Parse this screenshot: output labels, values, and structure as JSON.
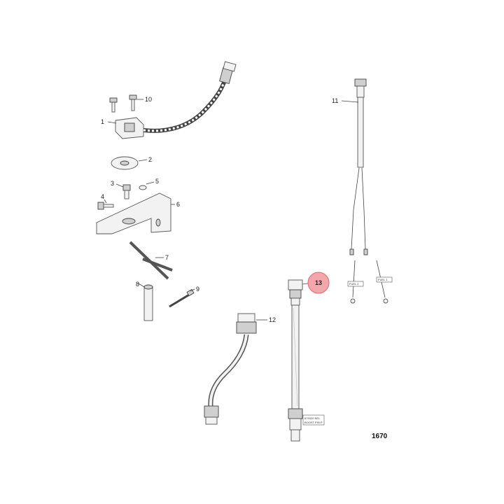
{
  "callouts": [
    {
      "id": "1",
      "label": "1"
    },
    {
      "id": "2",
      "label": "2"
    },
    {
      "id": "3",
      "label": "3"
    },
    {
      "id": "4",
      "label": "4"
    },
    {
      "id": "5",
      "label": "5"
    },
    {
      "id": "6",
      "label": "6"
    },
    {
      "id": "7",
      "label": "7"
    },
    {
      "id": "8",
      "label": "8"
    },
    {
      "id": "9",
      "label": "9"
    },
    {
      "id": "10",
      "label": "10"
    },
    {
      "id": "11",
      "label": "11"
    },
    {
      "id": "12",
      "label": "12"
    },
    {
      "id": "13",
      "label": "13",
      "highlighted": true
    }
  ],
  "fuel_tags": [
    "FUEL 2",
    "FUEL 1"
  ],
  "harness_tag_lines": [
    "879320 REL",
    "BOOST PIN P"
  ],
  "figure_ref": "1670",
  "highlight_color": "#f4a6ad",
  "highlight_stroke": "#e06470"
}
